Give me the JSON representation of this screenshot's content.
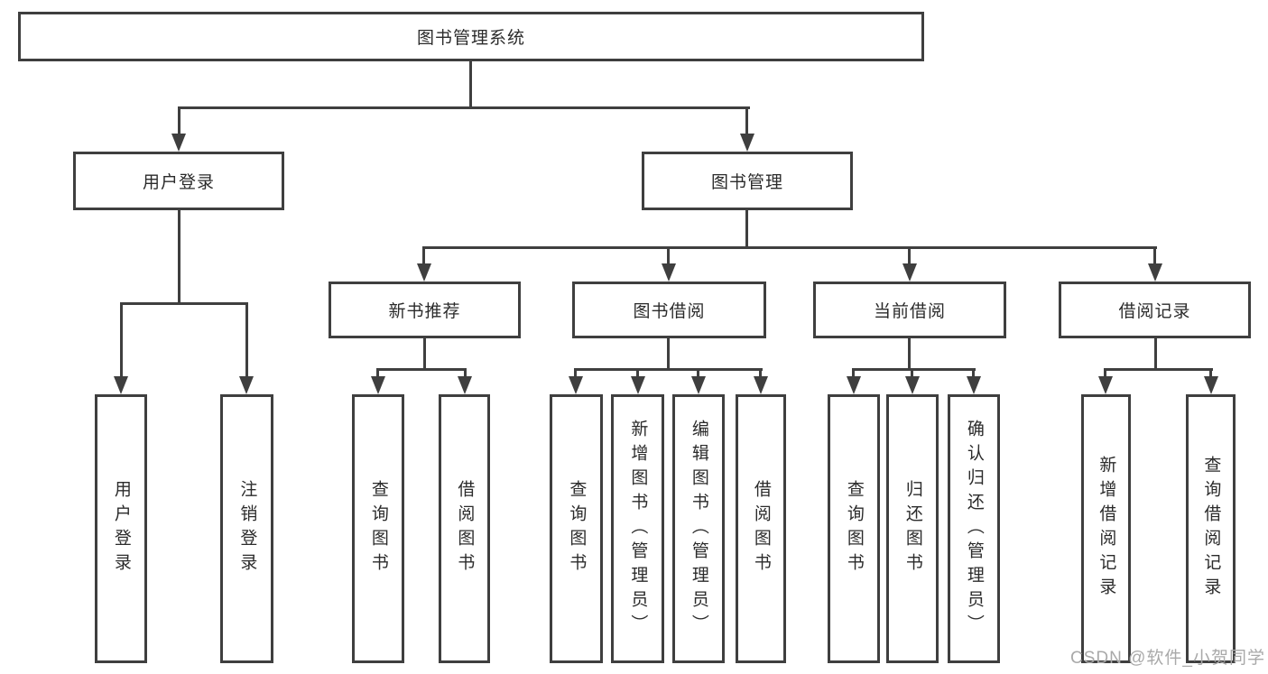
{
  "tree": {
    "label": "图书管理系统",
    "children": [
      {
        "label": "用户登录",
        "children": [
          {
            "label": "用户登录"
          },
          {
            "label": "注销登录"
          }
        ]
      },
      {
        "label": "图书管理",
        "children": [
          {
            "label": "新书推荐",
            "children": [
              {
                "label": "查询图书"
              },
              {
                "label": "借阅图书"
              }
            ]
          },
          {
            "label": "图书借阅",
            "children": [
              {
                "label": "查询图书"
              },
              {
                "label": "新增图书（管理员）"
              },
              {
                "label": "编辑图书（管理员）"
              },
              {
                "label": "借阅图书"
              }
            ]
          },
          {
            "label": "当前借阅",
            "children": [
              {
                "label": "查询图书"
              },
              {
                "label": "归还图书"
              },
              {
                "label": "确认归还（管理员）"
              }
            ]
          },
          {
            "label": "借阅记录",
            "children": [
              {
                "label": "新增借阅记录"
              },
              {
                "label": "查询借阅记录"
              }
            ]
          }
        ]
      }
    ]
  },
  "watermark": {
    "text": "CSDN @软件_小贺同学"
  },
  "colors": {
    "line": "#3f3f3f",
    "text": "#2b2b2b",
    "watermark": "#a9a9a9",
    "background": "#ffffff"
  }
}
